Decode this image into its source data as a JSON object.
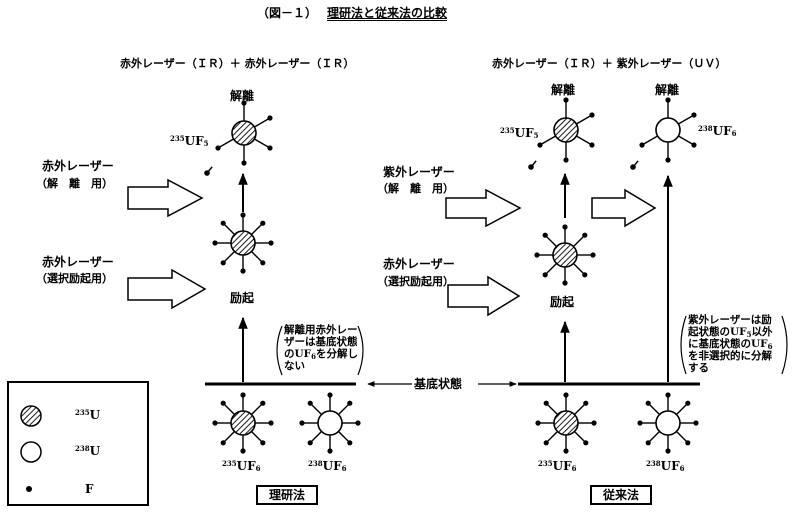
{
  "title": {
    "prefix": "（図－１）",
    "main": "理研法と従来法の比較"
  },
  "riken": {
    "header": "赤外レーザー（ＩＲ）＋ 赤外レーザー（ＩＲ）",
    "dissociation": "解離",
    "uf5_label": "UF",
    "uf5_mass": "235",
    "uf5_sub": "5",
    "ir_dissoc_label": "赤外レーザー",
    "ir_dissoc_sub": "（解　離　用）",
    "ir_excite_label": "赤外レーザー",
    "ir_excite_sub": "（選択励起用）",
    "excitation": "励起",
    "note_lines": [
      "解離用赤外レー",
      "ザーは基底状態",
      "の",
      "を分解し",
      "ない"
    ],
    "note_uf": "UF",
    "note_sub": "6",
    "mol1_mass": "235",
    "mol1_label": "UF",
    "mol1_sub": "6",
    "mol2_mass": "238",
    "mol2_label": "UF",
    "mol2_sub": "6",
    "method": "理研法"
  },
  "ground_state": "基底状態",
  "conventional": {
    "header": "赤外レーザー（ＩＲ）＋ 紫外レーザー（ＵＶ）",
    "dissociation_left": "解離",
    "dissociation_right": "解離",
    "uf5_label": "UF",
    "uf5_mass": "235",
    "uf5_sub": "5",
    "uf6_label": "UF",
    "uf6_mass": "238",
    "uf6_sub": "6",
    "uv_label": "紫外レーザー",
    "uv_sub": "（解　離　用）",
    "ir_excite_label": "赤外レーザー",
    "ir_excite_sub": "（選択励起用）",
    "excitation": "励起",
    "note_l1a": "紫外レーザーは励",
    "note_l2a": "起状態の",
    "note_l2b": "以外",
    "note_l3a": "に基底状態の",
    "note_l4a": "を非選択的に分解",
    "note_l5a": "する",
    "note_uf": "UF",
    "note_sub5": "5",
    "note_sub6": "6",
    "mol1_mass": "235",
    "mol1_label": "UF",
    "mol1_sub": "6",
    "mol2_mass": "238",
    "mol2_label": "UF",
    "mol2_sub": "6",
    "method": "従来法"
  },
  "legend": {
    "u235_mass": "235",
    "u235_label": "U",
    "u238_mass": "238",
    "u238_label": "U",
    "f_label": "F"
  }
}
